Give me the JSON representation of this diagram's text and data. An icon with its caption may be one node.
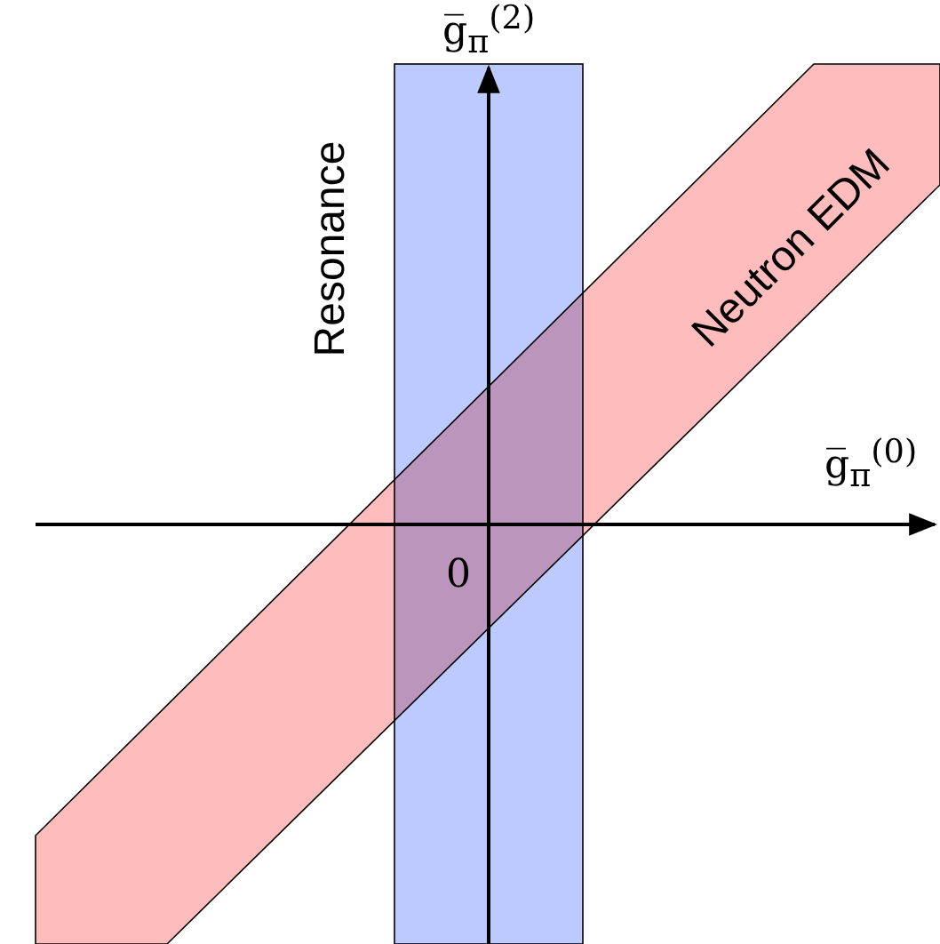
{
  "diagram": {
    "labels": [
      "g̅$_{π}$$^{(2)}$",
      "Resonance",
      "Neutron EDM",
      "g̅$_{π}$$^{(0)}$",
      "0"
    ]
  }
}
